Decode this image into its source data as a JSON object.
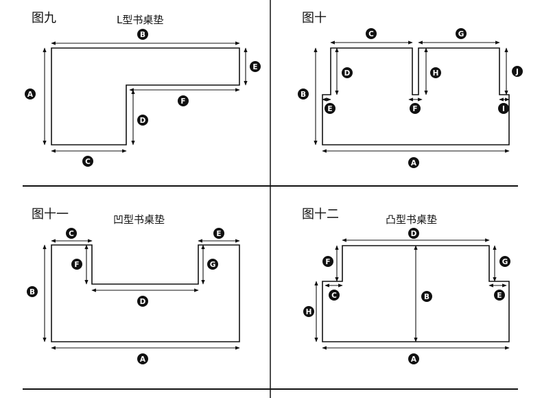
{
  "panels": {
    "fig9": {
      "label": "图九",
      "title": "L型书桌垫",
      "dims": {
        "A": "A",
        "B": "B",
        "C": "C",
        "D": "D",
        "E": "E",
        "F": "F"
      }
    },
    "fig10": {
      "label": "图十",
      "title": "",
      "dims": {
        "A": "A",
        "B": "B",
        "C": "C",
        "D": "D",
        "E": "E",
        "F": "F",
        "G": "G",
        "H": "H",
        "I": "I",
        "J": "J"
      }
    },
    "fig11": {
      "label": "图十一",
      "title": "凹型书桌垫",
      "dims": {
        "A": "A",
        "B": "B",
        "C": "C",
        "D": "D",
        "E": "E",
        "F": "F",
        "G": "G"
      }
    },
    "fig12": {
      "label": "图十二",
      "title": "凸型书桌垫",
      "dims": {
        "A": "A",
        "B": "B",
        "C": "C",
        "D": "D",
        "E": "E",
        "F": "F",
        "G": "G",
        "H": "H"
      }
    }
  },
  "colors": {
    "line": "#111111",
    "badge": "#111111",
    "badge_text": "#ffffff"
  }
}
